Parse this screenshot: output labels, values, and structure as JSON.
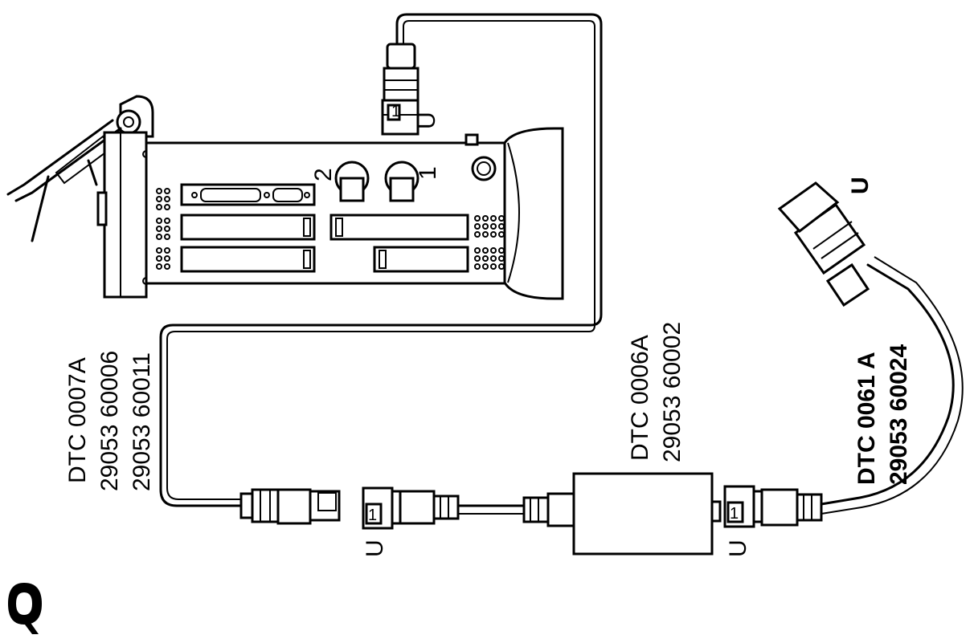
{
  "cable_left": {
    "name": "DTC 0007A",
    "part_numbers": [
      "29053 60006",
      "29053 60011"
    ]
  },
  "adapter_mid": {
    "name": "DTC 0006A",
    "part_number": "29053 60002"
  },
  "cable_right": {
    "name": "DTC 0061 A",
    "part_number": "29053 60024"
  },
  "ports": {
    "port_1": "1",
    "port_2": "2"
  },
  "connector_marks": {
    "u": "U",
    "pin": "1"
  },
  "icons": [
    "cable-tie-icon"
  ]
}
